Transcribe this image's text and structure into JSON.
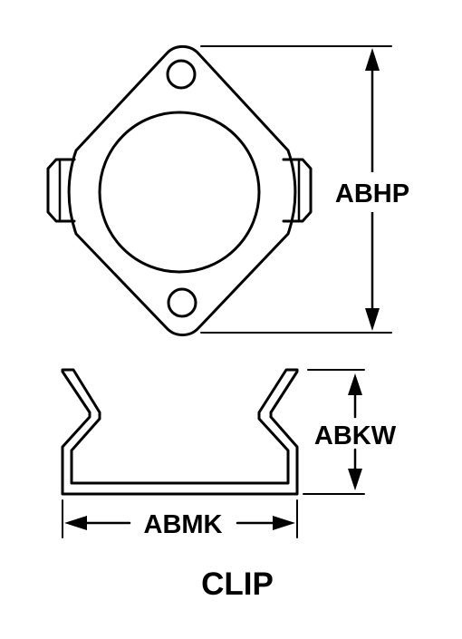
{
  "dimensions": {
    "height_label": "ABHP",
    "width_label": "ABMK",
    "depth_label": "ABKW"
  },
  "caption": "CLIP",
  "colors": {
    "line": "#000000",
    "background": "#ffffff"
  }
}
